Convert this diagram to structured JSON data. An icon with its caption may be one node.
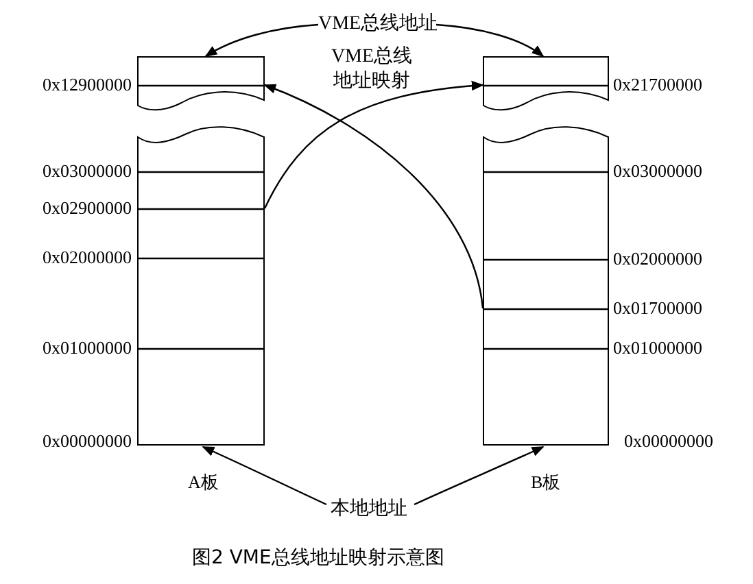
{
  "diagram": {
    "caption": "图2 VME总线地址映射示意图",
    "nodes": [
      {
        "text": [
          "VME总线地址"
        ]
      },
      {
        "text": [
          "本地地址"
        ]
      },
      {
        "text": [],
        "shape": "box",
        "beside": [
          "0x12900000"
        ]
      },
      {
        "text": [],
        "shape": "box",
        "beside": [
          "0x03000000",
          "0x02900000",
          "0x02000000",
          "0x01000000",
          "0x00000000",
          "A板"
        ]
      },
      {
        "text": [],
        "shape": "box",
        "beside": [
          "0x21700000"
        ]
      },
      {
        "text": [],
        "shape": "box",
        "beside": [
          "0x03000000",
          "0x02000000",
          "0x01700000",
          "0x01000000",
          "0x00000000",
          "B板"
        ]
      }
    ],
    "edges": [
      {
        "from": 0,
        "to": 2,
        "arrow": "to"
      },
      {
        "from": 0,
        "to": 4,
        "arrow": "to"
      },
      {
        "from": 1,
        "to": 3,
        "arrow": "to"
      },
      {
        "from": 1,
        "to": 5,
        "arrow": "to"
      },
      {
        "from": 3,
        "to": 4,
        "arrow": "to"
      },
      {
        "from": 5,
        "to": 2,
        "arrow": "to"
      }
    ],
    "labels": [
      "VME总线地址映射"
    ]
  }
}
